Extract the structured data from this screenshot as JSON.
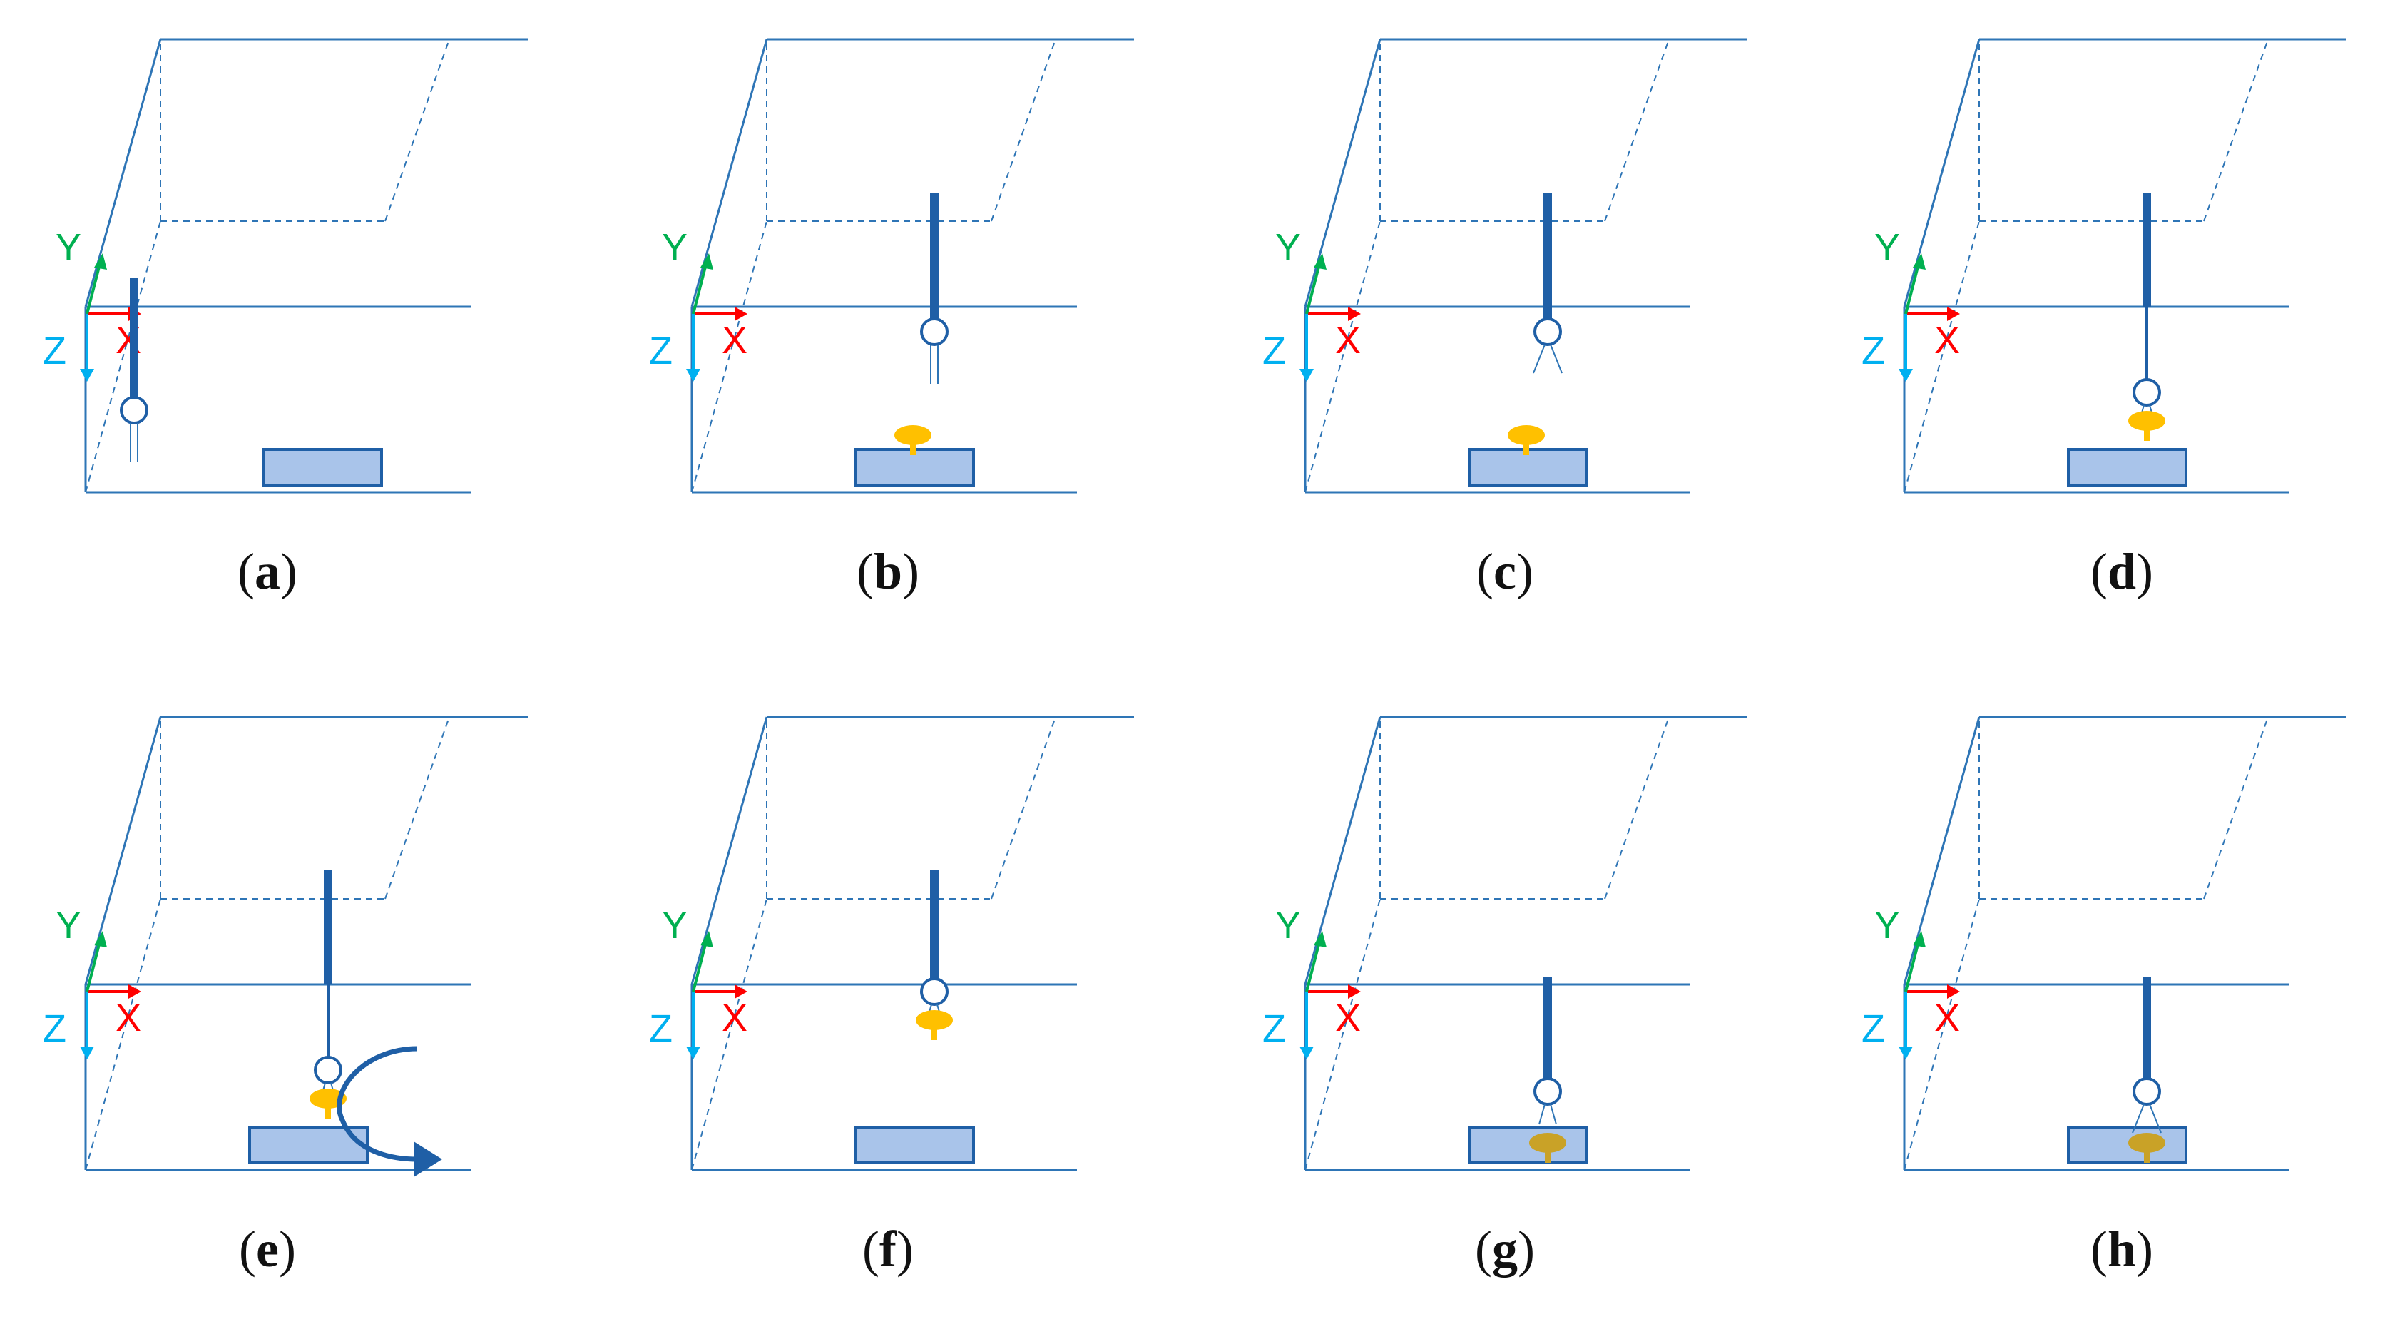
{
  "figure": {
    "colors": {
      "frame": "#2e75b6",
      "rod": "#1f5fa6",
      "tray_fill": "#a9c4ea",
      "tray_stroke": "#1f5fa6",
      "part": "#ffc000",
      "part_gripped": "#c9a227",
      "axis_x": "#ff0000",
      "axis_y": "#00b050",
      "axis_z": "#00b0f0"
    },
    "axes": {
      "x": "X",
      "y": "Y",
      "z": "Z"
    },
    "panels": [
      {
        "id": "a",
        "label_open": "(",
        "letter": "a",
        "label_close": ")",
        "rod": "high",
        "gripper": "closed-fingers",
        "part": "none",
        "rotate_arrow": false
      },
      {
        "id": "b",
        "label_open": "(",
        "letter": "b",
        "label_close": ")",
        "rod": "mid",
        "gripper": "closed-fingers",
        "part": "on-tray",
        "rotate_arrow": false
      },
      {
        "id": "c",
        "label_open": "(",
        "letter": "c",
        "label_close": ")",
        "rod": "mid",
        "gripper": "open-fingers",
        "part": "on-tray",
        "rotate_arrow": false
      },
      {
        "id": "d",
        "label_open": "(",
        "letter": "d",
        "label_close": ")",
        "rod": "low",
        "gripper": "gripping",
        "part": "gripped",
        "rotate_arrow": false
      },
      {
        "id": "e",
        "label_open": "(",
        "letter": "e",
        "label_close": ")",
        "rod": "low",
        "gripper": "gripping",
        "part": "gripped",
        "rotate_arrow": true
      },
      {
        "id": "f",
        "label_open": "(",
        "letter": "f",
        "label_close": ")",
        "rod": "raised",
        "gripper": "gripping",
        "part": "gripped",
        "rotate_arrow": false
      },
      {
        "id": "g",
        "label_open": "(",
        "letter": "g",
        "label_close": ")",
        "rod": "in-tray",
        "gripper": "gripping",
        "part": "in-tray",
        "rotate_arrow": false
      },
      {
        "id": "h",
        "label_open": "(",
        "letter": "h",
        "label_close": ")",
        "rod": "in-tray",
        "gripper": "open-fingers",
        "part": "in-tray",
        "rotate_arrow": false
      }
    ]
  }
}
